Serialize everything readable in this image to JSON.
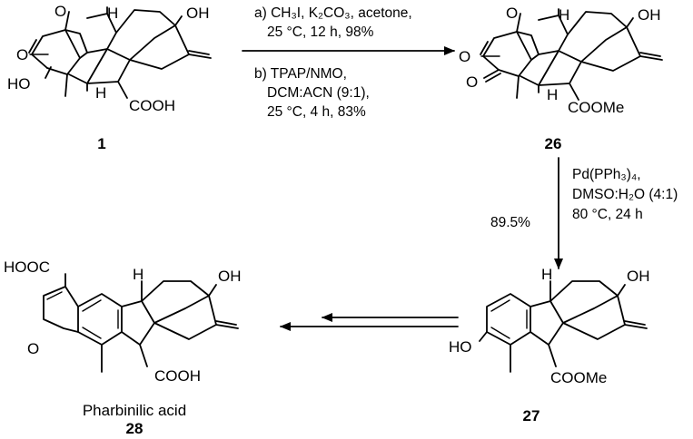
{
  "compounds": {
    "c1": {
      "number": "1",
      "atoms": {
        "oh_top": "OH",
        "h_top": "H",
        "o_bridge": "O",
        "o_keto": "O",
        "ho_left": "HO",
        "h_mid": "H",
        "cooh": "COOH"
      }
    },
    "c26": {
      "number": "26",
      "atoms": {
        "oh_top": "OH",
        "h_top": "H",
        "o_bridge": "O",
        "o_keto": "O",
        "o_keto2": "O",
        "h_mid": "H",
        "coome": "COOMe"
      }
    },
    "c27": {
      "number": "27",
      "atoms": {
        "oh_top": "OH",
        "h_top": "H",
        "ho_left": "HO",
        "coome": "COOMe"
      }
    },
    "c28": {
      "name": "Pharbinilic acid",
      "number": "28",
      "atoms": {
        "hooc": "HOOC",
        "o_furan": "O",
        "h_top": "H",
        "oh_top": "OH",
        "cooh": "COOH"
      }
    }
  },
  "steps": {
    "step1": {
      "line_a1": "a) CH₃I, K₂CO₃, acetone,",
      "line_a2": "25 °C, 12 h, 98%",
      "line_b1": "b) TPAP/NMO,",
      "line_b2": "DCM:ACN (9:1),",
      "line_b3": "25 °C, 4 h, 83%"
    },
    "step2": {
      "yield": "89.5%",
      "line1": "Pd(PPh₃)₄,",
      "line2": "DMSO:H₂O (4:1)",
      "line3": "80 °C, 24 h"
    }
  }
}
